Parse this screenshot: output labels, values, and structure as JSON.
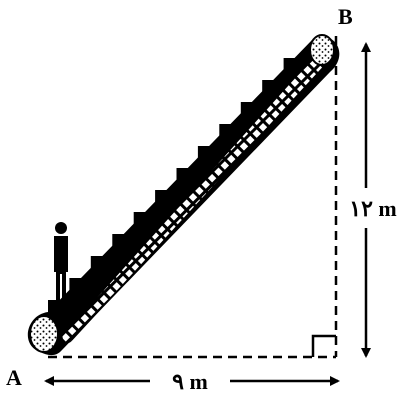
{
  "diagram": {
    "point_a": "A",
    "point_b": "B",
    "horizontal_distance": "٩ m",
    "vertical_height": "١٢ m"
  }
}
